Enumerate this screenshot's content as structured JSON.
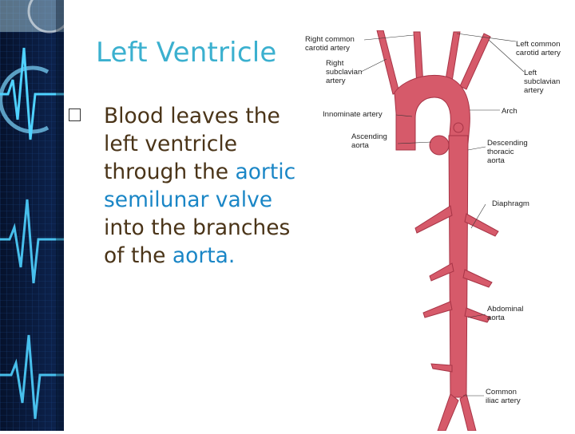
{
  "slide": {
    "title": "Left Ventricle",
    "bullet": {
      "icon": "checkbox-bullet-icon",
      "text_before": "Blood leaves the left ventricle through the ",
      "highlight_1": "aortic semilunar valve",
      "text_middle": " into the branches of the ",
      "highlight_2": "aorta.",
      "body_color": "#4a3418",
      "highlight_color": "#1a86c6"
    },
    "title_color": "#3bb0cf"
  },
  "sidebar": {
    "theme": "ecg-heartbeat",
    "background": "#0a1a3a",
    "accent": "#3fc1ff"
  },
  "diagram": {
    "labels": {
      "right_common_carotid_1": "Right common",
      "right_common_carotid_2": "carotid artery",
      "right_subclavian_1": "Right",
      "right_subclavian_2": "subclavian",
      "right_subclavian_3": "artery",
      "innominate": "Innominate artery",
      "ascending_1": "Ascending",
      "ascending_2": "aorta",
      "left_common_carotid_1": "Left common",
      "left_common_carotid_2": "carotid artery",
      "left_subclavian_1": "Left",
      "left_subclavian_2": "subclavian",
      "left_subclavian_3": "artery",
      "arch": "Arch",
      "descending_1": "Descending",
      "descending_2": "thoracic",
      "descending_3": "aorta",
      "diaphragm": "Diaphragm",
      "abdominal_1": "Abdominal",
      "abdominal_2": "aorta",
      "common_iliac_1": "Common",
      "common_iliac_2": "iliac artery"
    },
    "vessel_color": "#d65a6a"
  }
}
